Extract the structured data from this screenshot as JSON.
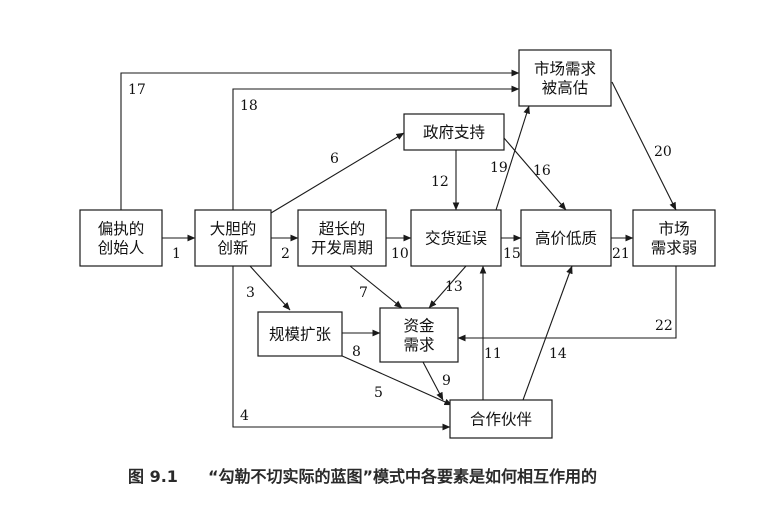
{
  "caption": {
    "number": "图 9.1",
    "text": "“勾勒不切实际的蓝图”模式中各要素是如何相互作用的"
  },
  "nodes": [
    {
      "id": "bianzhi",
      "lines": [
        "偏执的",
        "创始人"
      ]
    },
    {
      "id": "dadan",
      "lines": [
        "大胆的",
        "创新"
      ]
    },
    {
      "id": "chaochang",
      "lines": [
        "超长的",
        "开发周期"
      ]
    },
    {
      "id": "jiaohuo",
      "lines": [
        "交货延误"
      ]
    },
    {
      "id": "gaojia",
      "lines": [
        "高价低质"
      ]
    },
    {
      "id": "shichang_ruo",
      "lines": [
        "市场",
        "需求弱"
      ]
    },
    {
      "id": "zhengfu",
      "lines": [
        "政府支持"
      ]
    },
    {
      "id": "shichang_gao",
      "lines": [
        "市场需求",
        "被高估"
      ]
    },
    {
      "id": "guimo",
      "lines": [
        "规模扩张"
      ]
    },
    {
      "id": "zijin",
      "lines": [
        "资金",
        "需求"
      ]
    },
    {
      "id": "hezuo",
      "lines": [
        "合作伙伴"
      ]
    }
  ],
  "edges": [
    {
      "label": "1",
      "from": "bianzhi",
      "to": "dadan"
    },
    {
      "label": "2",
      "from": "dadan",
      "to": "chaochang"
    },
    {
      "label": "3",
      "from": "dadan",
      "to": "guimo"
    },
    {
      "label": "4",
      "from": "dadan",
      "to": "hezuo"
    },
    {
      "label": "5",
      "from": "guimo",
      "to": "hezuo"
    },
    {
      "label": "6",
      "from": "dadan",
      "to": "zhengfu"
    },
    {
      "label": "7",
      "from": "chaochang",
      "to": "zijin"
    },
    {
      "label": "8",
      "from": "guimo",
      "to": "zijin"
    },
    {
      "label": "9",
      "from": "zijin",
      "to": "hezuo"
    },
    {
      "label": "10",
      "from": "chaochang",
      "to": "jiaohuo"
    },
    {
      "label": "11",
      "from": "hezuo",
      "to": "jiaohuo"
    },
    {
      "label": "12",
      "from": "zhengfu",
      "to": "jiaohuo"
    },
    {
      "label": "13",
      "from": "jiaohuo",
      "to": "zijin"
    },
    {
      "label": "14",
      "from": "hezuo",
      "to": "gaojia"
    },
    {
      "label": "15",
      "from": "jiaohuo",
      "to": "gaojia"
    },
    {
      "label": "16",
      "from": "zhengfu",
      "to": "gaojia"
    },
    {
      "label": "17",
      "from": "bianzhi",
      "to": "shichang_gao"
    },
    {
      "label": "18",
      "from": "dadan",
      "to": "shichang_gao"
    },
    {
      "label": "19",
      "from": "jiaohuo",
      "to": "shichang_gao"
    },
    {
      "label": "20",
      "from": "shichang_gao",
      "to": "shichang_ruo"
    },
    {
      "label": "21",
      "from": "gaojia",
      "to": "shichang_ruo"
    },
    {
      "label": "22",
      "from": "shichang_ruo",
      "to": "zijin"
    }
  ]
}
